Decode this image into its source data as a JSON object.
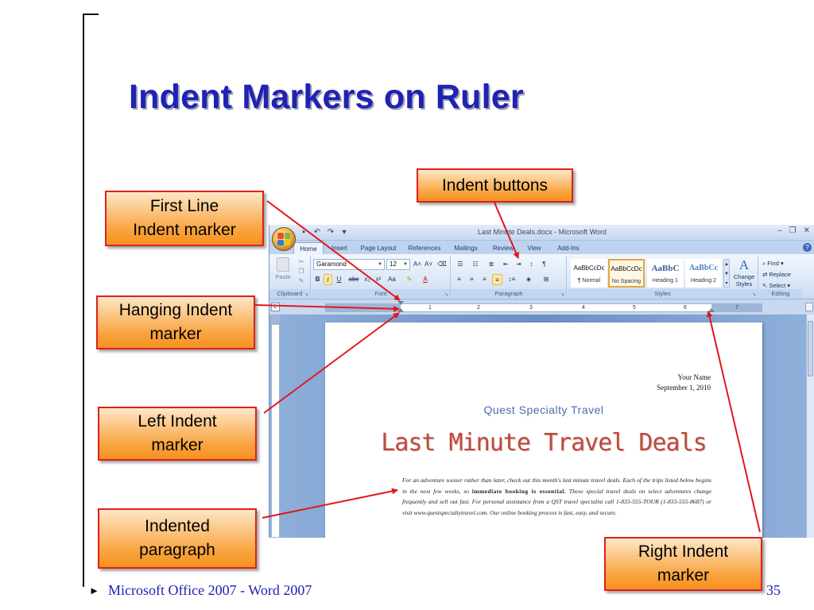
{
  "slide": {
    "title": "Indent Markers on Ruler",
    "footer": "Microsoft Office 2007 - Word 2007",
    "page_number": "35"
  },
  "callouts": {
    "indent_buttons": "Indent buttons",
    "first_line": [
      "First Line",
      "Indent marker"
    ],
    "hanging": [
      "Hanging Indent",
      "marker"
    ],
    "left": [
      "Left Indent",
      "marker"
    ],
    "indented_paragraph": [
      "Indented",
      "paragraph"
    ],
    "right": [
      "Right Indent",
      "marker"
    ]
  },
  "word": {
    "window_title": "Last Minute Deals.docx - Microsoft Word",
    "tabs": [
      "Home",
      "Insert",
      "Page Layout",
      "References",
      "Mailings",
      "Review",
      "View",
      "Add-Ins"
    ],
    "active_tab": "Home",
    "ribbon": {
      "clipboard": {
        "label": "Clipboard",
        "paste": "Paste"
      },
      "font": {
        "label": "Font",
        "name": "Garamond",
        "size": "12"
      },
      "paragraph": {
        "label": "Paragraph"
      },
      "styles": {
        "label": "Styles",
        "tiles": [
          {
            "sample": "AaBbCcDc",
            "name": "¶ Normal"
          },
          {
            "sample": "AaBbCcDc",
            "name": "No Spacing"
          },
          {
            "sample": "AaBbC",
            "name": "Heading 1"
          },
          {
            "sample": "AaBbCc",
            "name": "Heading 2"
          }
        ],
        "change_styles": [
          "Change",
          "Styles"
        ]
      },
      "editing": {
        "label": "Editing",
        "find": "Find",
        "replace": "Replace",
        "select": "Select"
      }
    },
    "ruler_numbers": [
      "1",
      "2",
      "3",
      "4",
      "5",
      "6",
      "7"
    ],
    "document": {
      "name": "Your Name",
      "date": "September 1, 2010",
      "company": "Quest Specialty Travel",
      "heading": "Last Minute Travel Deals",
      "paragraph_start": "For an adventure sooner rather than later, check out this month's last minute travel deals. Each of the trips listed below begins in the next few weeks, so ",
      "paragraph_bold": "immediate booking is essential.",
      "paragraph_end": " These special travel deals on select adventures change frequently and sell out fast. For personal assistance from a QST travel specialist call 1-833-555-TOUR (1-833-555-8687) or visit www.questspecialtytravel.com. Our online booking process is fast, easy, and secure."
    }
  },
  "colors": {
    "title": "#1f22b4",
    "callout_border": "#e02020",
    "callout_fill": "#f9a542",
    "arrow": "#e0181e"
  }
}
